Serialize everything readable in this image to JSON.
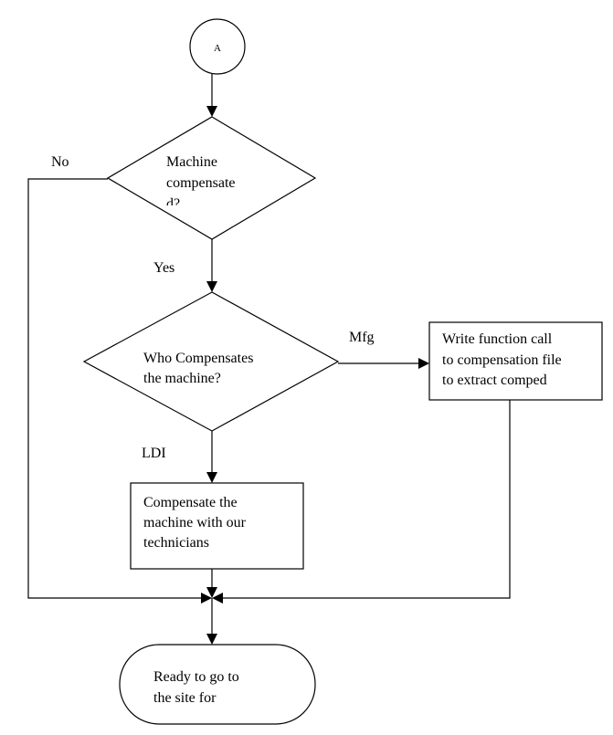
{
  "diagram": {
    "connector": {
      "label": "A"
    },
    "decision_compensated": {
      "lines": [
        "Machine",
        "compensate",
        "d?"
      ]
    },
    "decision_who": {
      "lines": [
        "Who Compensates",
        "the machine?"
      ]
    },
    "process_mfg": {
      "lines": [
        "Write function call",
        "to compensation file",
        "to extract comped"
      ]
    },
    "process_ldi": {
      "lines": [
        "Compensate the",
        "machine with our",
        "technicians"
      ]
    },
    "terminal_ready": {
      "lines": [
        "Ready to go to",
        "the site for"
      ]
    },
    "edge_labels": {
      "no": "No",
      "yes": "Yes",
      "mfg": "Mfg",
      "ldi": "LDI"
    },
    "colors": {
      "stroke": "#000000",
      "fill": "#ffffff"
    }
  }
}
